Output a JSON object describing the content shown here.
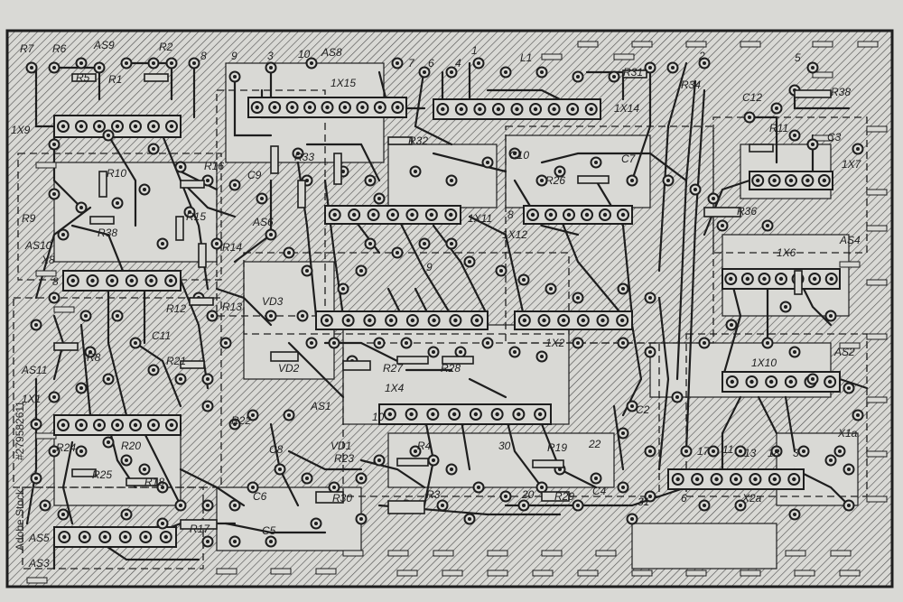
{
  "diagram": {
    "colors": {
      "paper": "#d9d9d5",
      "ink": "#1e1e1e",
      "hatch": "#4a4a4a"
    },
    "labels": [
      "R7",
      "R6",
      "AS9",
      "R2",
      "R5",
      "R1",
      "8",
      "9",
      "3",
      "10",
      "AS8",
      "1X15",
      "7",
      "6",
      "4",
      "1",
      "L1",
      "R31",
      "2",
      "5",
      "R34",
      "C12",
      "R38",
      "1X14",
      "1X9",
      "R32",
      "R11",
      "C3",
      "C10",
      "C7",
      "1X7",
      "R16",
      "C9",
      "R33",
      "R26",
      "R10",
      "R15",
      "AS6",
      "1X11",
      "1X12",
      "R36",
      "R14",
      "R9",
      "R38",
      "AS10",
      "X8",
      "8",
      "1X6",
      "AS4",
      "R12",
      "R13",
      "VD3",
      "C11",
      "R8",
      "VD2",
      "R27",
      "R28",
      "AS11",
      "R21",
      "1X4",
      "1X2",
      "1X10",
      "AS2",
      "1X1",
      "R22",
      "AS1",
      "C2",
      "10",
      "R24",
      "R20",
      "C8",
      "VD1",
      "R4",
      "30",
      "R19",
      "22",
      "R25",
      "R18",
      "C6",
      "R30",
      "R3",
      "20",
      "R29",
      "C4",
      "31",
      "X2a",
      "X1a",
      "AS5",
      "AS3",
      "R17",
      "C5",
      "R23",
      "17",
      "11",
      "13",
      "18",
      "3",
      "8",
      "6",
      "9"
    ],
    "watermark": {
      "brand": "Adobe Stock",
      "id": "#279582611"
    }
  }
}
